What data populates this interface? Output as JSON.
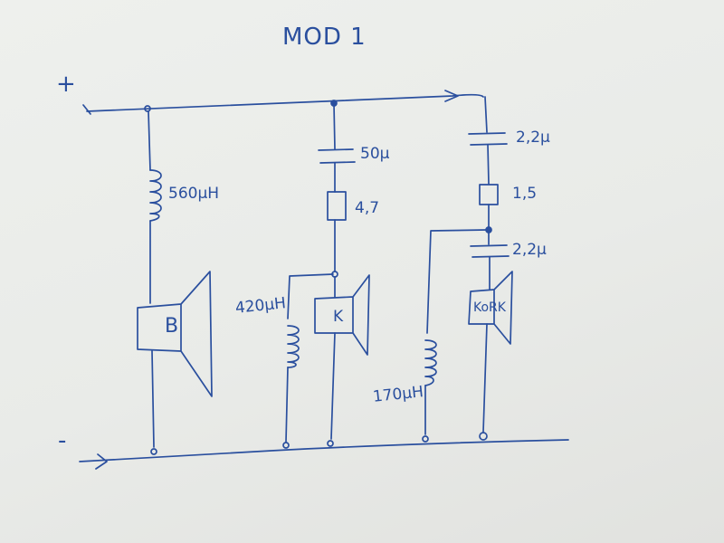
{
  "diagram": {
    "title": "MOD 1",
    "terminals": {
      "positive": "+",
      "negative": "-"
    },
    "components": {
      "bass_inductor": "560µH",
      "mid_capacitor": "50µ",
      "mid_resistor": "4,7",
      "mid_inductor": "420µH",
      "tweeter_capacitor_1": "2,2µ",
      "tweeter_resistor": "1,5",
      "tweeter_capacitor_2": "2,2µ",
      "tweeter_inductor": "170µH"
    },
    "speakers": {
      "bass": "B",
      "mid": "K",
      "tweeter": "KoRK"
    }
  }
}
